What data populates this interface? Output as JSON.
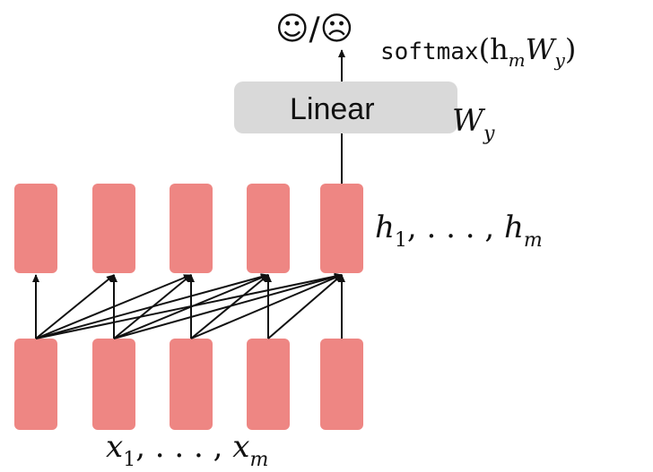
{
  "output": {
    "symbol": "☺/☹",
    "formula_fn": "softmax",
    "formula_arg": "(h",
    "formula_arg_sub": "m",
    "formula_arg_w": "W",
    "formula_arg_w_sub": "y",
    "formula_close": ")"
  },
  "linear": {
    "label": "Linear",
    "weight_main": "W",
    "weight_sub": "y"
  },
  "hidden": {
    "label_first": "h",
    "label_first_sub": "1",
    "label_sep": ", . . . , ",
    "label_last": "h",
    "label_last_sub": "m"
  },
  "inputs": {
    "label_first": "x",
    "label_first_sub": "1",
    "label_sep": ", . . . , ",
    "label_last": "x",
    "label_last_sub": "m"
  },
  "layers": {
    "hidden_count": 5,
    "input_count": 5,
    "node_color": "#ee8683",
    "linear_color": "#d9d9d9"
  }
}
